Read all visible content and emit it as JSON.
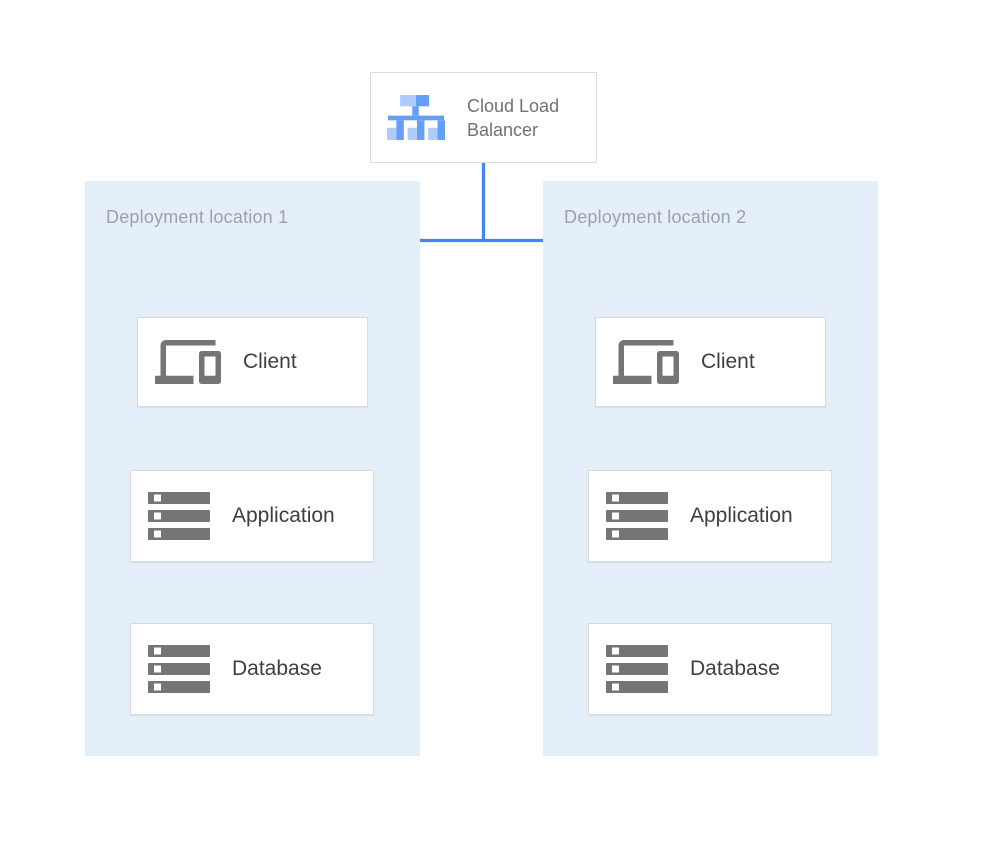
{
  "diagram": {
    "load_balancer": {
      "label": "Cloud Load Balancer",
      "icon": "cloud-load-balancer-icon"
    },
    "zones": [
      {
        "label": "Deployment location 1",
        "nodes": [
          {
            "label": "Client",
            "icon": "devices-icon"
          },
          {
            "label": "Application",
            "icon": "server-stack-icon"
          },
          {
            "label": "Database",
            "icon": "server-stack-icon"
          }
        ]
      },
      {
        "label": "Deployment location 2",
        "nodes": [
          {
            "label": "Client",
            "icon": "devices-icon"
          },
          {
            "label": "Application",
            "icon": "server-stack-icon"
          },
          {
            "label": "Database",
            "icon": "server-stack-icon"
          }
        ]
      }
    ],
    "connections": [
      {
        "from": "cloud-load-balancer",
        "to": "client-1"
      },
      {
        "from": "cloud-load-balancer",
        "to": "client-2"
      },
      {
        "from": "client-1",
        "to": "application-1"
      },
      {
        "from": "application-1",
        "to": "database-1"
      },
      {
        "from": "client-2",
        "to": "application-2"
      },
      {
        "from": "application-2",
        "to": "database-2"
      }
    ],
    "colors": {
      "arrow": "#4285F4",
      "zone_background": "#E5EFFA",
      "node_background": "#FFFFFF",
      "node_border": "#D8DADD",
      "node_text": "#3C4043",
      "zone_label_text": "#9CA2A8",
      "load_balancer_text": "#6F7276",
      "icon_gray": "#757575",
      "lb_icon_light_blue": "#AECBFA",
      "lb_icon_blue": "#669DF6"
    }
  }
}
